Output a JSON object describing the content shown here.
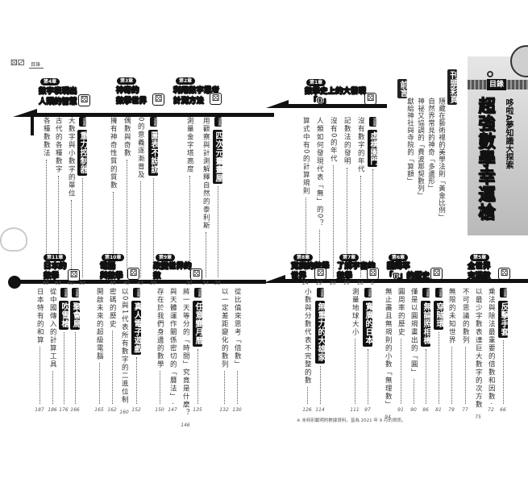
{
  "header": {
    "running_head": "目錄",
    "dice_icon": "dice-icon"
  },
  "banner": {
    "mulu": "目錄",
    "title": "超強數學幸運槍",
    "series": "哆啦A夢知識大探索"
  },
  "front_matter": {
    "color_pages": {
      "heading": "刊頭彩頁",
      "lines": [
        "隱藏在藝術裡的美學法則「黃金比例」",
        "自然界常見的神奇「多邊形」",
        "神祕又協調的「費波那契數列」",
        "獻給神社與寺院的「算額」"
      ]
    },
    "preface": "前言"
  },
  "chapters": [
    {
      "num": "第1章",
      "title": [
        "數學史上的大發現",
        "「0」"
      ],
      "entries": [
        {
          "type": "manga",
          "tag": "漫畫",
          "title": "虛構園門",
          "page": "6"
        },
        {
          "type": "text",
          "title": "沒有數字的年代",
          "page": "18"
        },
        {
          "type": "text",
          "title": "記數法的發明",
          "page": "19"
        },
        {
          "type": "text",
          "title": "沒有0的年代",
          "page": "20"
        },
        {
          "type": "text",
          "title": "人類如何發現代表「無」的0？",
          "page": "22"
        },
        {
          "type": "text",
          "title": "算式中有0的計算規則",
          "page": "24"
        }
      ]
    },
    {
      "num": "第2章",
      "title": [
        "利用數字思考",
        "計測方法"
      ],
      "entries": [
        {
          "type": "manga",
          "tag": "漫畫",
          "title": "四次元畫畫屋",
          "page": "25"
        },
        {
          "type": "text",
          "title": "用觀察與計測解釋自然的泰利斯",
          "page": "34"
        },
        {
          "type": "text",
          "title": "測量金字塔高度",
          "page": "35"
        }
      ]
    },
    {
      "num": "第3章",
      "title": [
        "神奇的",
        "數學世界"
      ],
      "entries": [
        {
          "type": "manga",
          "tag": "漫畫",
          "title": "圖表不說謊",
          "page": "39"
        },
        {
          "type": "text",
          "title": "0的意義逐漸普及",
          "page": "43"
        },
        {
          "type": "text",
          "title": "偶數與奇數",
          "page": "45"
        },
        {
          "type": "text",
          "title": "擁有神奇性質的質數",
          "page": "46"
        }
      ]
    },
    {
      "num": "第4章",
      "title": [
        "數字表現出",
        "人類的智慧"
      ],
      "entries": [
        {
          "type": "manga",
          "tag": "漫畫",
          "title": "重力控制器",
          "page": "50"
        },
        {
          "type": "text",
          "title": "大數字與小數字的單位",
          "page": "60"
        },
        {
          "type": "text",
          "title": "古代的各種數字",
          "page": "63"
        },
        {
          "type": "text",
          "title": "各種數數法",
          "page": "65"
        }
      ]
    },
    {
      "num": "第5章",
      "title": [
        "全世界",
        "充滿數"
      ],
      "entries": [
        {
          "type": "manga",
          "tag": "漫畫",
          "title": "反擊手套",
          "page": "66"
        },
        {
          "type": "text",
          "title": "乘法與除法最重要的倍數和因數",
          "page": "72"
        },
        {
          "type": "text",
          "title": "以最少字數表達巨大數字的次方數",
          "page": "75"
        },
        {
          "type": "text",
          "title": "不可思議的數列",
          "page": "77"
        },
        {
          "type": "text",
          "title": "無限的未知世界",
          "page": "79"
        }
      ]
    },
    {
      "num": "第6章",
      "title": [
        "圓周率",
        "「π」的歷史"
      ],
      "entries": [
        {
          "type": "manga",
          "tag": "漫畫",
          "title": "穿隧環",
          "page": "81"
        },
        {
          "type": "manga",
          "tag": "漫畫",
          "title": "無論照相機",
          "page": "86"
        },
        {
          "type": "text",
          "title": "僅是以圓規畫出的「圓」",
          "page": "90"
        },
        {
          "type": "text",
          "title": "圓周率的歷史",
          "page": "91"
        },
        {
          "type": "text",
          "title": "無止盡且無規則的小數「無理數」",
          "page": "94"
        }
      ]
    },
    {
      "num": "第7章",
      "title": [
        "了解宇宙的",
        "數學"
      ],
      "entries": [
        {
          "type": "manga",
          "tag": "漫畫",
          "title": "寬廣的日本",
          "page": "97"
        },
        {
          "type": "text",
          "title": "測量地球大小",
          "page": "111"
        }
      ]
    },
    {
      "num": "第8章",
      "title": [
        "寬廣的數學",
        "世界"
      ],
      "entries": [
        {
          "type": "manga",
          "tag": "漫畫",
          "title": "無重力的大雄家",
          "page": "114"
        },
        {
          "type": "text",
          "title": "小數與分數代表不完整的數",
          "page": "126"
        }
      ]
    },
    {
      "num": "第9章",
      "title": [
        "改變世界的",
        "數"
      ],
      "entries": [
        {
          "type": "text",
          "title": "從比值來思考「倍數」",
          "page": "130"
        },
        {
          "type": "text",
          "title": "以一定差距變化的數列",
          "page": "132"
        },
        {
          "type": "manga",
          "tag": "漫畫",
          "title": "任意變月曆",
          "page": "135"
        },
        {
          "type": "text",
          "title": "將一天等分的「時間」究竟是什麼？",
          "page": "146"
        },
        {
          "type": "text",
          "title": "與天體運作關係密切的「曆法」",
          "page": "147"
        },
        {
          "type": "text",
          "title": "存在於我們身邊的數學",
          "page": "150"
        }
      ]
    },
    {
      "num": "第10章",
      "title": [
        "電腦",
        "與數學"
      ],
      "entries": [
        {
          "type": "manga",
          "tag": "漫畫",
          "title": "真人電子遊戲",
          "page": "152"
        },
        {
          "type": "text",
          "title": "以0與1代表所有數字的二進位制",
          "page": "160"
        },
        {
          "type": "text",
          "title": "密碼的歷史",
          "page": "162"
        },
        {
          "type": "text",
          "title": "開啟未來的超級電腦",
          "page": "165"
        }
      ]
    },
    {
      "num": "第11章",
      "title": [
        "日本的",
        "數學"
      ],
      "entries": [
        {
          "type": "manga",
          "tag": "漫畫",
          "title": "聚會鳥",
          "page": "166"
        },
        {
          "type": "manga",
          "tag": "漫畫",
          "title": "吹雪槍",
          "page": "176"
        },
        {
          "type": "text",
          "title": "從中國傳入的計算工具",
          "page": "186"
        },
        {
          "type": "text",
          "title": "日本特有的和算",
          "page": "187"
        }
      ]
    }
  ],
  "footnote": "※ 未特別載明的數據資料，皆為 2021 年 9 月的資訊。"
}
